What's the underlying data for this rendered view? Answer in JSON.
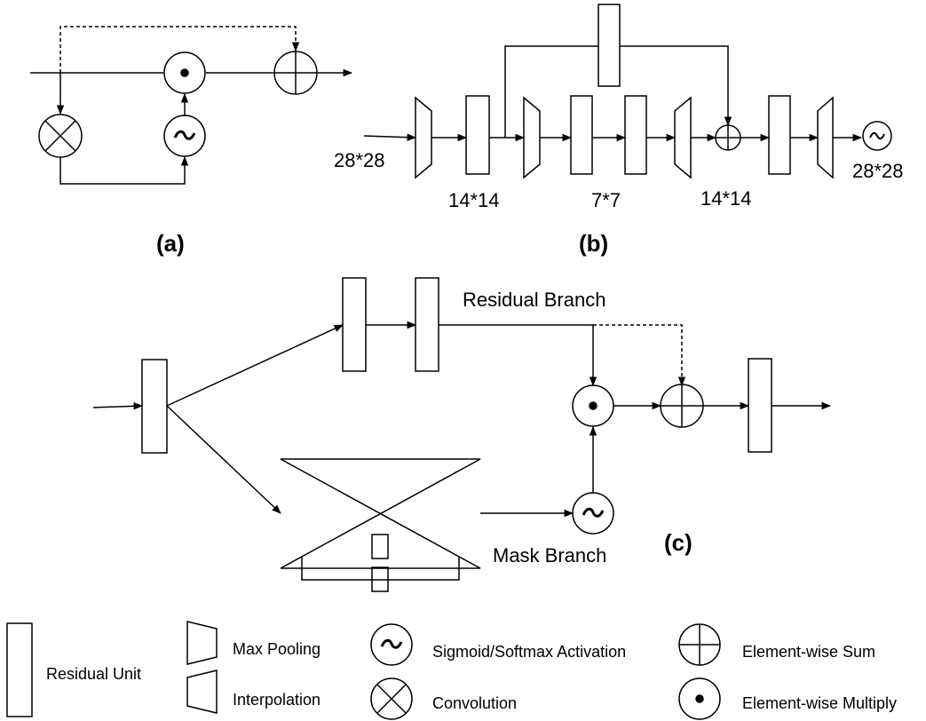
{
  "panel_b": {
    "input_size": "28*28",
    "size_1": "14*14",
    "size_2": "7*7",
    "size_3": "14*14",
    "output_size": "28*28"
  },
  "panel_c": {
    "residual_label": "Residual Branch",
    "mask_label": "Mask Branch"
  },
  "captions": {
    "a": "(a)",
    "b": "(b)",
    "c": "(c)"
  },
  "legend": {
    "residual_unit": "Residual Unit",
    "max_pooling": "Max Pooling",
    "interpolation": "Interpolation",
    "sigmoid": "Sigmoid/Softmax Activation",
    "convolution": "Convolution",
    "elem_sum": "Element-wise Sum",
    "elem_multiply": "Element-wise Multiply"
  }
}
